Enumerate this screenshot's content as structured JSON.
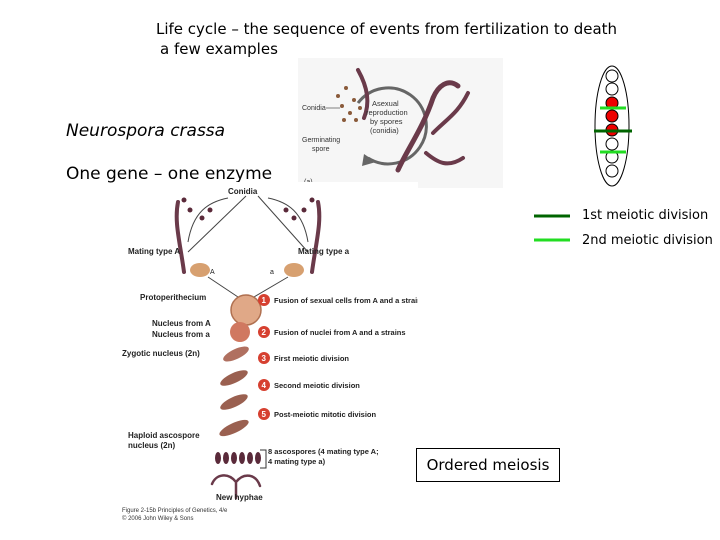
{
  "header": {
    "title": "Life cycle – the sequence of events from fertilization to death",
    "subtitle": "a few examples"
  },
  "organism": {
    "name": "Neurospora crassa",
    "hypothesis": "One gene – one enzyme"
  },
  "legend": {
    "first": {
      "label": "1st meiotic division",
      "color": "#006400"
    },
    "second": {
      "label": "2nd meiotic division",
      "color": "#22dd22"
    }
  },
  "ordered_label": "Ordered meiosis",
  "asexual_figure": {
    "conidia": "Conidia",
    "cycle_text": [
      "Asexual",
      "reproduction",
      "by spores",
      "(conidia)"
    ],
    "germinating": [
      "Germinating",
      "spore"
    ],
    "panel": "(a)"
  },
  "sexual_figure": {
    "conidia": "Conidia",
    "mating_a_upper": "Mating type A",
    "mating_a_lower": "Mating type a",
    "letter_upper": "A",
    "letter_lower": "a",
    "protoperithecium": "Protoperithecium",
    "nucleus_a_upper": "Nucleus from A",
    "nucleus_a_lower": "Nucleus from a",
    "zygotic": "Zygotic nucleus (2n)",
    "haploid": [
      "Haploid ascospore",
      "nucleus (2n)"
    ],
    "steps": [
      {
        "num": "1",
        "text": "Fusion of sexual cells from A and a strains"
      },
      {
        "num": "2",
        "text": "Fusion of nuclei from A and a strains"
      },
      {
        "num": "3",
        "text": "First meiotic division"
      },
      {
        "num": "4",
        "text": "Second meiotic division"
      },
      {
        "num": "5",
        "text": "Post-meiotic mitotic division"
      }
    ],
    "ascospores": [
      "8 ascospores (4 mating type A;",
      "4 mating type a)"
    ],
    "new_hyphae": "New hyphae",
    "credit": [
      "Figure 2-15b Principles of Genetics, 4/e",
      "© 2006 John Wiley & Sons"
    ]
  }
}
